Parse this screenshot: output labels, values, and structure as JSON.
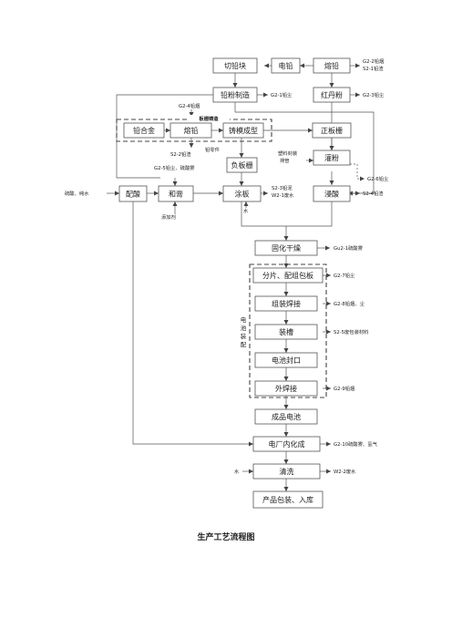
{
  "caption": "生产工艺流程图",
  "boxes": {
    "cut_lead": "切铅块",
    "electro_lead": "电铅",
    "melt_lead_top": "熔铅",
    "lead_powder": "铅粉制造",
    "red_lead": "红丹粉",
    "alloy": "铅合金",
    "melt_lead_mid": "熔铅",
    "cast": "铸模成型",
    "pos_grid": "正板栅",
    "neg_grid": "负板栅",
    "fill_powder": "灌粉",
    "mix_acid": "配酸",
    "paste": "和膏",
    "coat": "涂板",
    "dip_acid": "浸酸",
    "cure_dry": "固化干燥",
    "cut_group": "分片、配组包板",
    "assemble_weld": "组装焊接",
    "case": "装槽",
    "seal": "电池封口",
    "ext_weld": "外焊接",
    "finished": "成品电池",
    "formation": "电厂内化成",
    "wash": "清洗",
    "pack": "产品包装、入库"
  },
  "group_labels": {
    "grid_making": "板栅铸造",
    "assembly": "电池装配"
  },
  "labels": {
    "g2_2": "G2-2铅烟",
    "s2_1": "S2-1铅渣",
    "g2_1": "G2-1铅尘",
    "g2_3": "G2-3铅尘",
    "g2_4": "G2-4铅烟",
    "s2_2": "S2-2铅渣",
    "scrap": "铅零件",
    "plastic_tube": "塑料封装",
    "plastic_tube2": "排管",
    "g2_6": "G2-6铅尘",
    "g2_5": "G2-5铅尘、硫酸雾",
    "acid_water": "硫酸、纯水",
    "additive": "添加剂",
    "s2_3": "S2-3铅泥",
    "w2_1": "W2-1废水",
    "water_in": "水",
    "s2_4": "S2-4铅渣",
    "gu2_1": "Gu2-1硫酸雾",
    "g2_7": "G2-7铅尘",
    "g2_8": "G2-8铅烟、尘",
    "s2_5": "S2-5废包装材料",
    "g2_9": "G2-9铅烟",
    "g2_10": "G2-10硫酸雾、氢气",
    "water_in2": "水",
    "w2_2": "W2-2废水"
  }
}
